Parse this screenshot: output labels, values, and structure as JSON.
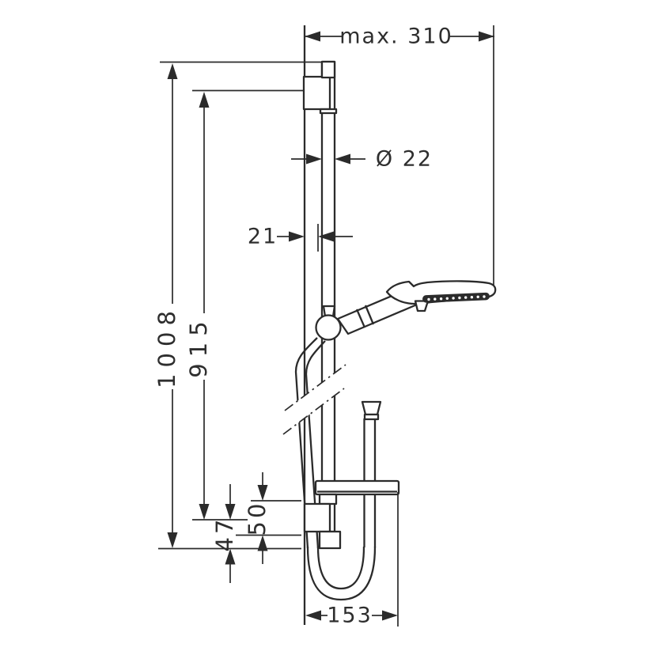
{
  "labels": {
    "max_width": "max. 310",
    "bar_diameter": "Ø 22",
    "wall_offset": "21",
    "overall_length": "1008",
    "hole_distance": "915",
    "dish_offset": "50",
    "end_offset": "47",
    "loop_width": "153"
  },
  "colors": {
    "line": "#2b2b2b",
    "text": "#2e2e2e",
    "background": "#ffffff"
  }
}
